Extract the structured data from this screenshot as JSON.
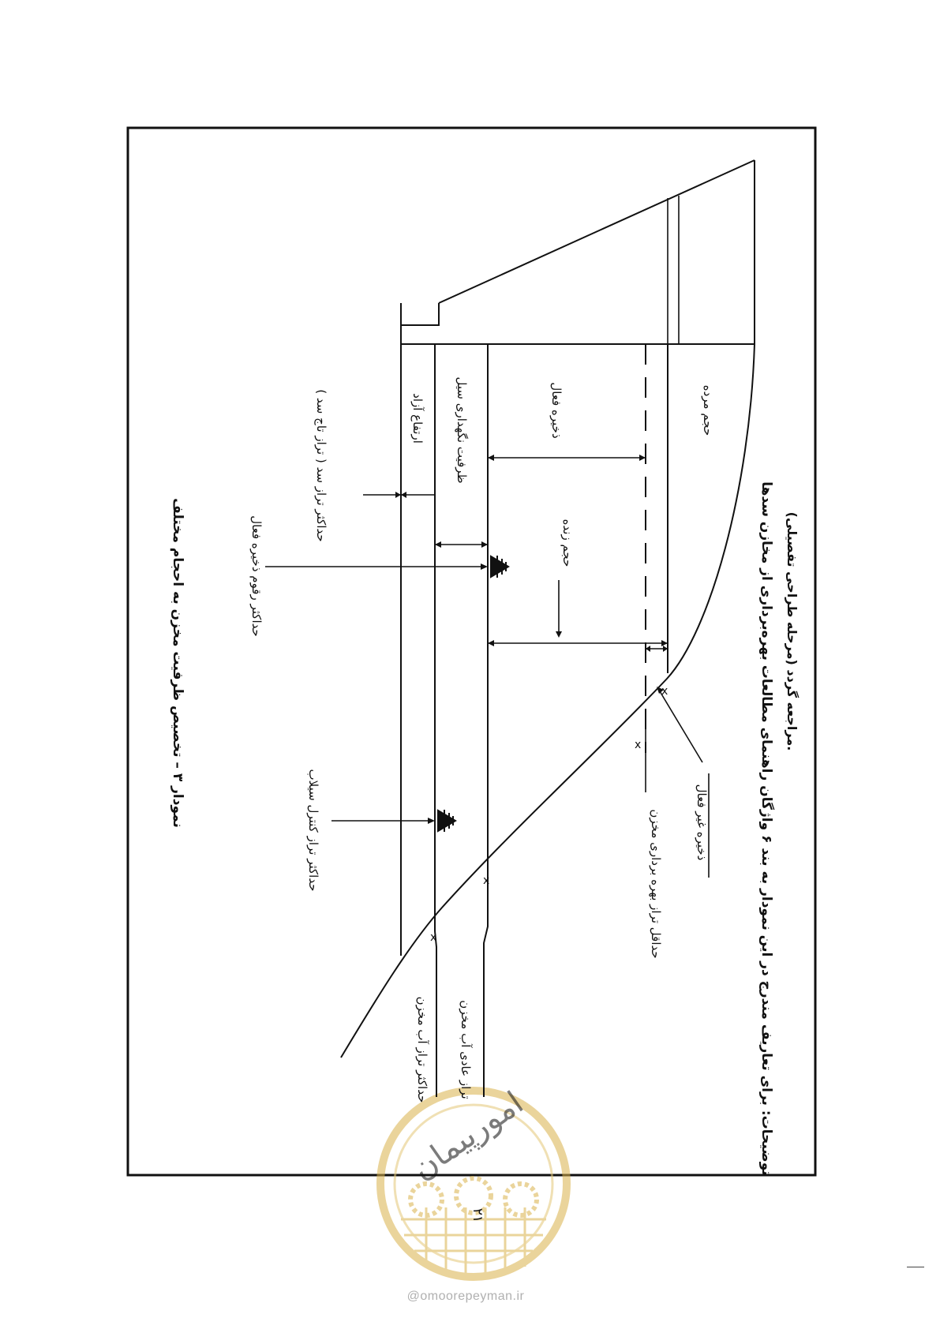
{
  "document": {
    "page_number": "۲۱",
    "diagram": {
      "title": "نمودار ۳ – تخصیص ظرفیت مخزن به احجام مختلف",
      "labels": {
        "freeboard": "ارتفاع آزاد",
        "flood_storage": "ظرفیت نگهداری سیل",
        "active_storage": "ذخیره فعال",
        "dead_volume": "حجم مرده",
        "live_volume": "حجم زنده",
        "max_dam_level": "حداکثر تراز سد ( تراز تاج سد )",
        "max_active_storage_level": "حداکثر رقوم ذخیره فعال",
        "max_flood_control_level": "حداکثر تراز کنترل سیلاب",
        "min_operation_level": "حداقل تراز بهره برداری مخزن",
        "inactive_storage": "ذخیره غیر فعال",
        "max_reservoir_level": "حداکثر تراز آب مخزن",
        "normal_reservoir_level": "تراز عادی آب مخزن"
      },
      "notes": {
        "line1": "توضیحات: برای تعاریف مندرج در این نمودار به بند ۶ واژگان راهنمای مطالعات بهره‌برداری از مخازن سدها",
        "line2": "(مرحله طراحی تفصیلی) مراجعه گردد."
      }
    },
    "watermark": {
      "logo_text": "امورپیمان",
      "site": "@omoorepeyman.ir",
      "color": "#d9b24a"
    }
  }
}
